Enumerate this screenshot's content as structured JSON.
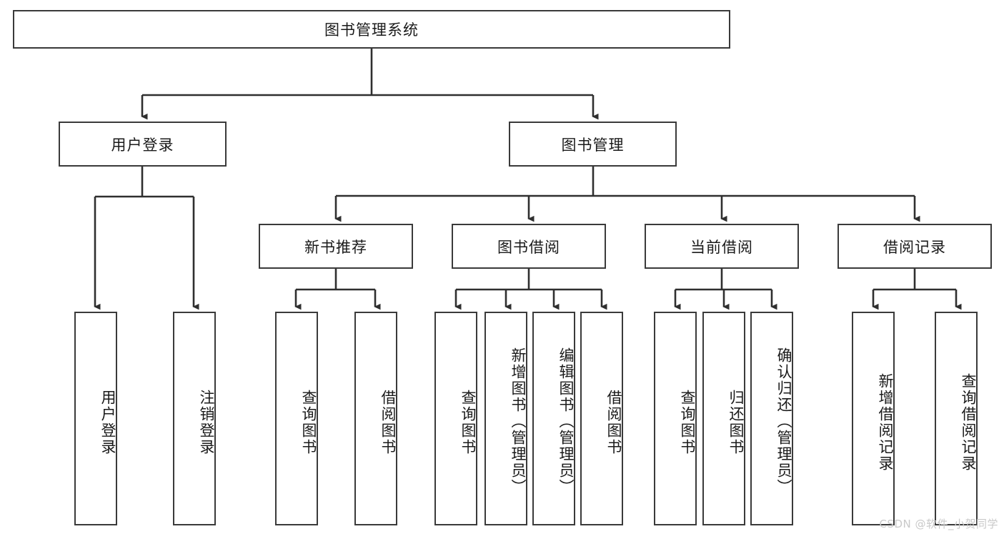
{
  "diagram": {
    "title": "图书管理系统",
    "type": "tree-hierarchy-chart",
    "root": {
      "label": "图书管理系统"
    },
    "level2": [
      {
        "label": "用户登录"
      },
      {
        "label": "图书管理"
      }
    ],
    "level3": [
      {
        "label": "新书推荐"
      },
      {
        "label": "图书借阅"
      },
      {
        "label": "当前借阅"
      },
      {
        "label": "借阅记录"
      }
    ],
    "leaves": {
      "user_login": [
        {
          "label": "用户登录"
        },
        {
          "label": "注销登录"
        }
      ],
      "new_book_recommend": [
        {
          "label": "查询图书"
        },
        {
          "label": "借阅图书"
        }
      ],
      "book_borrow": [
        {
          "label": "查询图书"
        },
        {
          "label": "新增图书（管理员）"
        },
        {
          "label": "编辑图书（管理员）"
        },
        {
          "label": "借阅图书"
        }
      ],
      "current_borrow": [
        {
          "label": "查询图书"
        },
        {
          "label": "归还图书"
        },
        {
          "label": "确认归还（管理员）"
        }
      ],
      "borrow_records": [
        {
          "label": "新增借阅记录"
        },
        {
          "label": "查询借阅记录"
        }
      ]
    },
    "watermark": "CSDN @软件_小贺同学",
    "colors": {
      "background": "#ffffff",
      "box_border": "#3a3a3a",
      "box_fill": "#ffffff",
      "text": "#1a1a1a",
      "connector": "#2f2f2f",
      "watermark": "#c9c9c9"
    }
  }
}
